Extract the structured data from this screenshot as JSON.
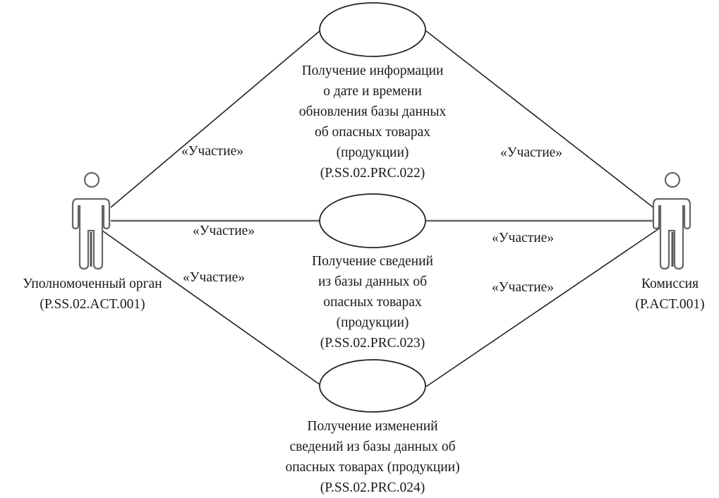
{
  "diagram": {
    "type": "uml-use-case",
    "actors": [
      {
        "id": "actor-left",
        "name": "Уполномоченный орган",
        "code": "(P.SS.02.ACT.001)"
      },
      {
        "id": "actor-right",
        "name": "Комиссия",
        "code": "(P.ACT.001)"
      }
    ],
    "use_cases": [
      {
        "id": "uc1",
        "lines": [
          "Получение информации",
          "о дате и времени",
          "обновления базы данных",
          "об опасных товарах",
          "(продукции)",
          "(P.SS.02.PRC.022)"
        ]
      },
      {
        "id": "uc2",
        "lines": [
          "Получение сведений",
          "из базы данных об",
          "опасных товарах",
          "(продукции)",
          "(P.SS.02.PRC.023)"
        ]
      },
      {
        "id": "uc3",
        "lines": [
          "Получение изменений",
          "сведений из базы данных об",
          "опасных товарах (продукции)",
          "(P.SS.02.PRC.024)"
        ]
      }
    ],
    "associations": [
      {
        "from": "actor-left",
        "to": "uc1",
        "stereotype": "«Участие»"
      },
      {
        "from": "actor-left",
        "to": "uc2",
        "stereotype": "«Участие»"
      },
      {
        "from": "actor-left",
        "to": "uc3",
        "stereotype": "«Участие»"
      },
      {
        "from": "actor-right",
        "to": "uc1",
        "stereotype": "«Участие»"
      },
      {
        "from": "actor-right",
        "to": "uc2",
        "stereotype": "«Участие»"
      },
      {
        "from": "actor-right",
        "to": "uc3",
        "stereotype": "«Участие»"
      }
    ]
  }
}
